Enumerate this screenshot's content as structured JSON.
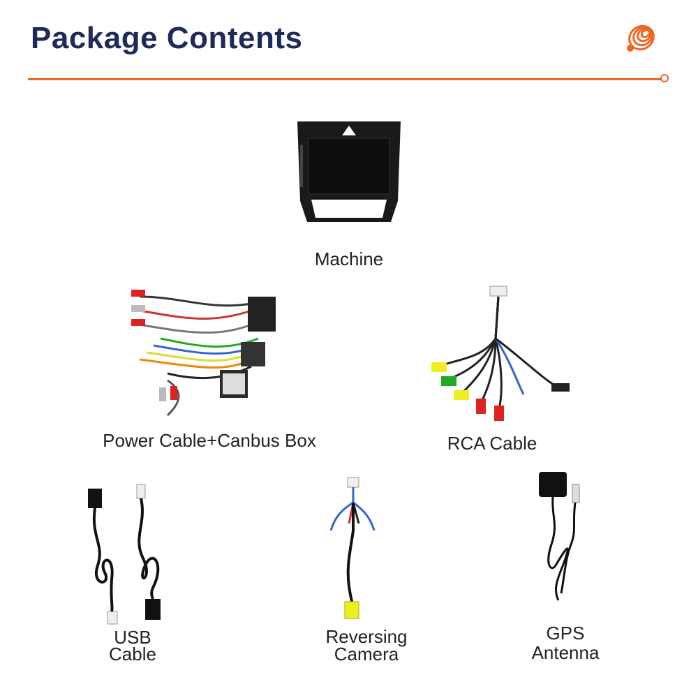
{
  "header": {
    "title": "Package Contents",
    "logo_icon": "orange-spiral-logo-icon",
    "accent_color": "#f0651f",
    "title_color": "#1d2a5a"
  },
  "items": [
    {
      "label": "Machine",
      "icon": "head-unit-screen-icon"
    },
    {
      "label": "Power Cable+Canbus Box",
      "icon": "wiring-harness-icon"
    },
    {
      "label": "RCA Cable",
      "icon": "rca-cable-icon"
    },
    {
      "label_line1": "USB",
      "label_line2": "Cable",
      "icon": "usb-cable-icon"
    },
    {
      "label_line1": "Reversing",
      "label_line2": "Camera",
      "icon": "reversing-camera-cable-icon"
    },
    {
      "label_line1": "GPS",
      "label_line2": "Antenna",
      "icon": "gps-antenna-icon"
    }
  ]
}
